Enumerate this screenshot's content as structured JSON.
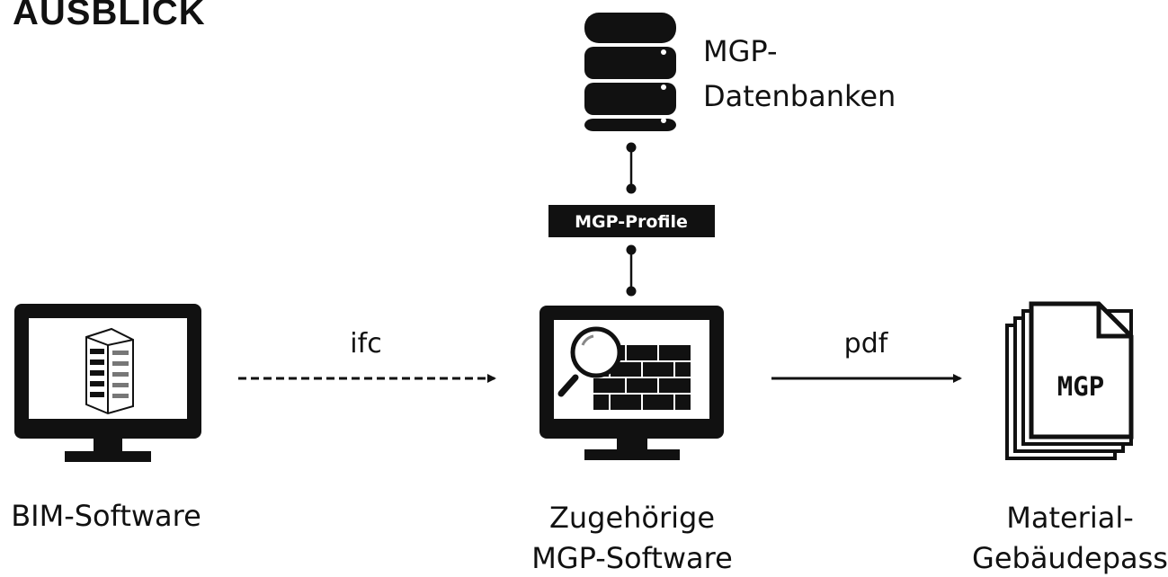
{
  "title": "AUSBLICK",
  "nodes": {
    "database": {
      "label_line1": "MGP-",
      "label_line2": "Datenbanken",
      "icon": "database-icon"
    },
    "profile": {
      "label": "MGP-Profile"
    },
    "bim": {
      "label": "BIM-Software",
      "icon": "monitor-building-icon"
    },
    "mgp_software": {
      "label_line1": "Zugehörige",
      "label_line2": "MGP-Software",
      "icon": "monitor-search-wall-icon"
    },
    "pass": {
      "label_line1": "Material-",
      "label_line2": "Gebäudepass",
      "doc_text": "MGP",
      "icon": "document-stack-icon"
    }
  },
  "edges": {
    "ifc": {
      "label": "ifc",
      "style": "dashed"
    },
    "pdf": {
      "label": "pdf",
      "style": "solid"
    }
  },
  "colors": {
    "ink": "#111111",
    "background": "#ffffff"
  }
}
